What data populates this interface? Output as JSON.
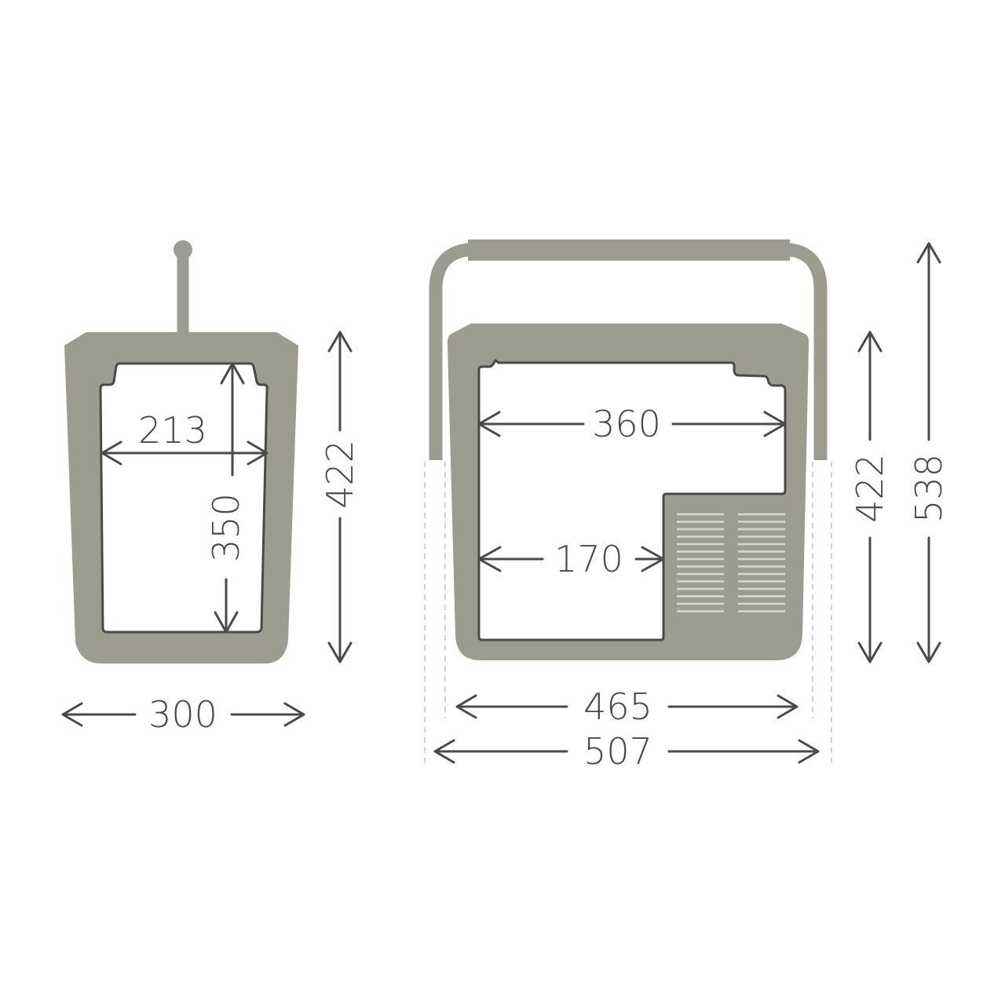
{
  "colors": {
    "body": "#9c9c90",
    "outline": "#4a4a4a",
    "vents": "#d8d8cc"
  },
  "side_view": {
    "inner_width": "213",
    "inner_height": "350",
    "height": "422",
    "depth": "300"
  },
  "front_view": {
    "inner_width_top": "360",
    "inner_width_bottom": "170",
    "height": "422",
    "height_with_handle": "538",
    "body_width": "465",
    "width_with_handle": "507"
  }
}
